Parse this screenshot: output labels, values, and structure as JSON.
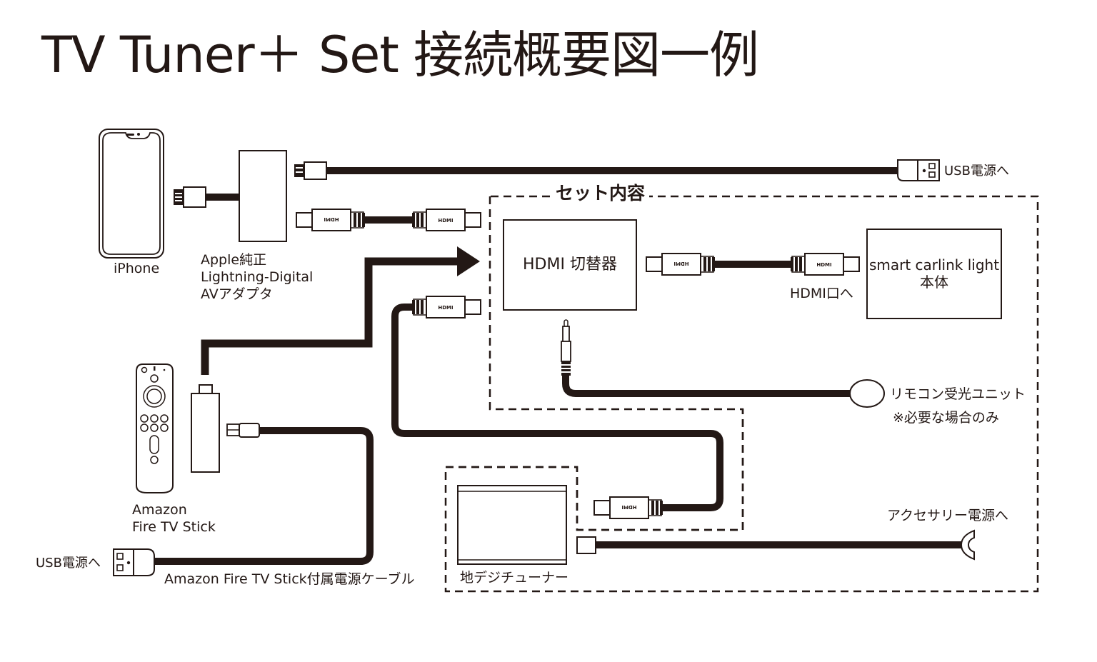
{
  "title": "TV Tuner＋ Set 接続概要図一例",
  "set_contents_label": "セット内容",
  "devices": {
    "iphone": "iPhone",
    "adapter": [
      "Apple純正",
      "Lightning-Digital",
      "AVアダプタ"
    ],
    "hdmi_switcher": "HDMI 切替器",
    "smart_carlink": [
      "smart carlink light",
      "本体"
    ],
    "fire_tv": [
      "Amazon",
      "Fire TV Stick"
    ],
    "tuner": "地デジチューナー",
    "ir_receiver": "リモコン受光ユニット",
    "ir_note": "※必要な場合のみ"
  },
  "labels": {
    "usb_power_top": "USB電源へ",
    "usb_power_bottom": "USB電源へ",
    "hdmi_port": "HDMI口へ",
    "firetv_cable": "Amazon Fire TV Stick付属電源ケーブル",
    "accessory_power": "アクセサリー電源へ"
  },
  "connector_text": {
    "hdmi": "HDMI"
  },
  "colors": {
    "ink": "#231815",
    "background": "#ffffff"
  }
}
